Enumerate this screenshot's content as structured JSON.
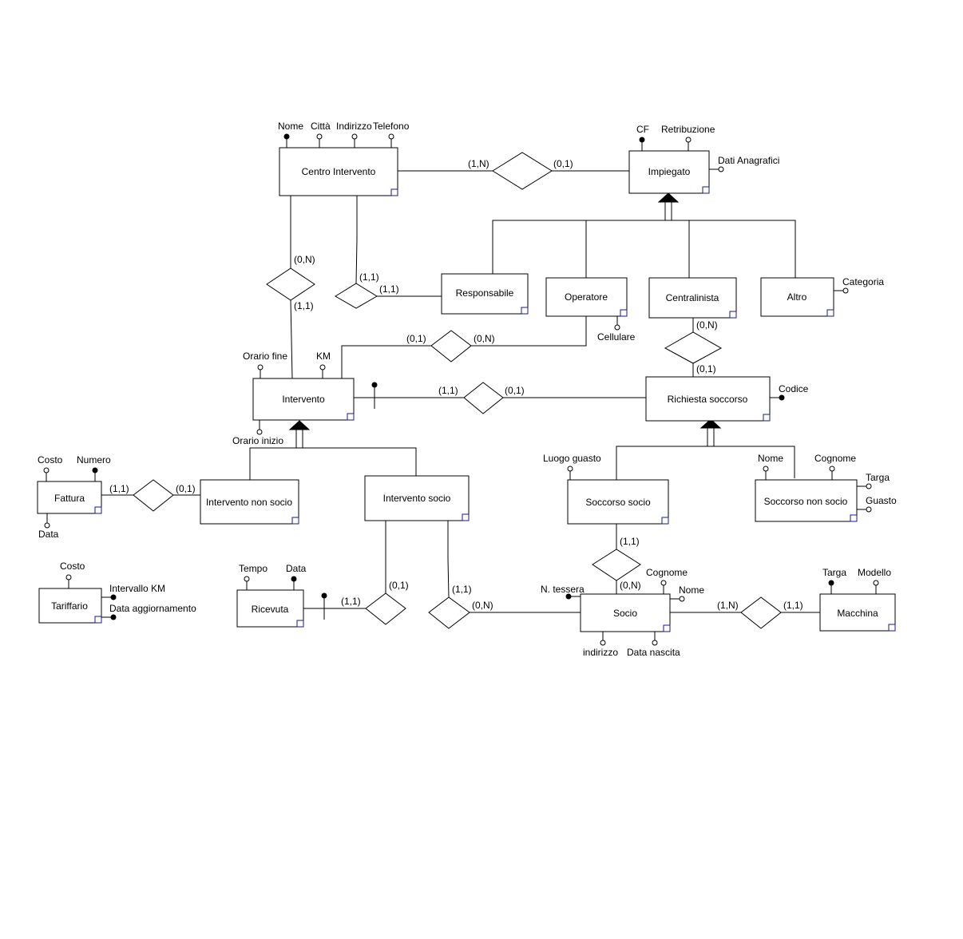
{
  "diagram": {
    "type": "entity-relationship",
    "entities": [
      {
        "id": "centro",
        "label": "Centro Intervento"
      },
      {
        "id": "impiegato",
        "label": "Impiegato"
      },
      {
        "id": "responsabile",
        "label": "Responsabile"
      },
      {
        "id": "operatore",
        "label": "Operatore"
      },
      {
        "id": "centralinista",
        "label": "Centralinista"
      },
      {
        "id": "altro",
        "label": "Altro"
      },
      {
        "id": "intervento",
        "label": "Intervento"
      },
      {
        "id": "richiesta",
        "label": "Richiesta soccorso"
      },
      {
        "id": "fattura",
        "label": "Fattura"
      },
      {
        "id": "interventoNonSocio",
        "label": "Intervento non socio"
      },
      {
        "id": "interventoSocio",
        "label": "Intervento socio"
      },
      {
        "id": "soccorsoSocio",
        "label": "Soccorso socio"
      },
      {
        "id": "soccorsoNonSocio",
        "label": "Soccorso non socio"
      },
      {
        "id": "tariffario",
        "label": "Tariffario"
      },
      {
        "id": "ricevuta",
        "label": "Ricevuta"
      },
      {
        "id": "socio",
        "label": "Socio"
      },
      {
        "id": "macchina",
        "label": "Macchina"
      }
    ],
    "attributes": [
      {
        "entity": "centro",
        "label": "Nome",
        "key": true
      },
      {
        "entity": "centro",
        "label": "Città",
        "key": false
      },
      {
        "entity": "centro",
        "label": "Indirizzo",
        "key": false
      },
      {
        "entity": "centro",
        "label": "Telefono",
        "key": false
      },
      {
        "entity": "impiegato",
        "label": "CF",
        "key": true
      },
      {
        "entity": "impiegato",
        "label": "Retribuzione",
        "key": false
      },
      {
        "entity": "impiegato",
        "label": "Dati Anagrafici",
        "key": false
      },
      {
        "entity": "altro",
        "label": "Categoria",
        "key": false
      },
      {
        "entity": "operatore",
        "label": "Cellulare",
        "key": false
      },
      {
        "entity": "intervento",
        "label": "Orario fine",
        "key": false
      },
      {
        "entity": "intervento",
        "label": "KM",
        "key": false
      },
      {
        "entity": "intervento",
        "label": "Orario inizio",
        "key": false
      },
      {
        "entity": "richiesta",
        "label": "Codice",
        "key": true
      },
      {
        "entity": "fattura",
        "label": "Costo",
        "key": false
      },
      {
        "entity": "fattura",
        "label": "Numero",
        "key": true
      },
      {
        "entity": "fattura",
        "label": "Data",
        "key": false
      },
      {
        "entity": "soccorsoSocio",
        "label": "Luogo guasto",
        "key": false
      },
      {
        "entity": "soccorsoNonSocio",
        "label": "Nome",
        "key": false
      },
      {
        "entity": "soccorsoNonSocio",
        "label": "Cognome",
        "key": false
      },
      {
        "entity": "soccorsoNonSocio",
        "label": "Targa",
        "key": false
      },
      {
        "entity": "soccorsoNonSocio",
        "label": "Guasto",
        "key": false
      },
      {
        "entity": "tariffario",
        "label": "Costo",
        "key": false
      },
      {
        "entity": "tariffario",
        "label": "Intervallo KM",
        "key": true
      },
      {
        "entity": "tariffario",
        "label": "Data aggiornamento",
        "key": true
      },
      {
        "entity": "ricevuta",
        "label": "Tempo",
        "key": false
      },
      {
        "entity": "ricevuta",
        "label": "Data",
        "key": true
      },
      {
        "entity": "socio",
        "label": "N. tessera",
        "key": true
      },
      {
        "entity": "socio",
        "label": "Cognome",
        "key": false
      },
      {
        "entity": "socio",
        "label": "Nome",
        "key": false
      },
      {
        "entity": "socio",
        "label": "indirizzo",
        "key": false
      },
      {
        "entity": "socio",
        "label": "Data nascita",
        "key": false
      },
      {
        "entity": "macchina",
        "label": "Targa",
        "key": true
      },
      {
        "entity": "macchina",
        "label": "Modello",
        "key": false
      }
    ],
    "relationships": [
      {
        "id": "r1",
        "between": [
          "centro",
          "impiegato"
        ],
        "cardinalities": [
          "(1,N)",
          "(0,1)"
        ]
      },
      {
        "id": "r2",
        "between": [
          "centro",
          "intervento"
        ],
        "cardinalities": [
          "(0,N)",
          "(1,1)"
        ]
      },
      {
        "id": "r3",
        "between": [
          "centro",
          "responsabile"
        ],
        "cardinalities": [
          "(1,1)",
          "(1,1)"
        ]
      },
      {
        "id": "r4",
        "between": [
          "intervento",
          "operatore"
        ],
        "cardinalities": [
          "(0,1)",
          "(0,N)"
        ]
      },
      {
        "id": "r5",
        "between": [
          "centralinista",
          "richiesta"
        ],
        "cardinalities": [
          "(0,N)",
          "(0,1)"
        ]
      },
      {
        "id": "r6",
        "between": [
          "intervento",
          "richiesta"
        ],
        "cardinalities": [
          "(1,1)",
          "(0,1)"
        ]
      },
      {
        "id": "r7",
        "between": [
          "fattura",
          "interventoNonSocio"
        ],
        "cardinalities": [
          "(1,1)",
          "(0,1)"
        ]
      },
      {
        "id": "r8",
        "between": [
          "ricevuta",
          "interventoSocio"
        ],
        "cardinalities": [
          "(1,1)",
          "(0,1)"
        ]
      },
      {
        "id": "r9",
        "between": [
          "interventoSocio",
          "socio"
        ],
        "cardinalities": [
          "(1,1)",
          "(0,N)"
        ]
      },
      {
        "id": "r10",
        "between": [
          "soccorsoSocio",
          "socio"
        ],
        "cardinalities": [
          "(1,1)",
          "(0,N)"
        ]
      },
      {
        "id": "r11",
        "between": [
          "socio",
          "macchina"
        ],
        "cardinalities": [
          "(1,N)",
          "(1,1)"
        ]
      }
    ],
    "generalizations": [
      {
        "parent": "impiegato",
        "children": [
          "responsabile",
          "operatore",
          "centralinista",
          "altro"
        ]
      },
      {
        "parent": "intervento",
        "children": [
          "interventoNonSocio",
          "interventoSocio"
        ]
      },
      {
        "parent": "richiesta",
        "children": [
          "soccorsoSocio",
          "soccorsoNonSocio"
        ]
      }
    ]
  }
}
